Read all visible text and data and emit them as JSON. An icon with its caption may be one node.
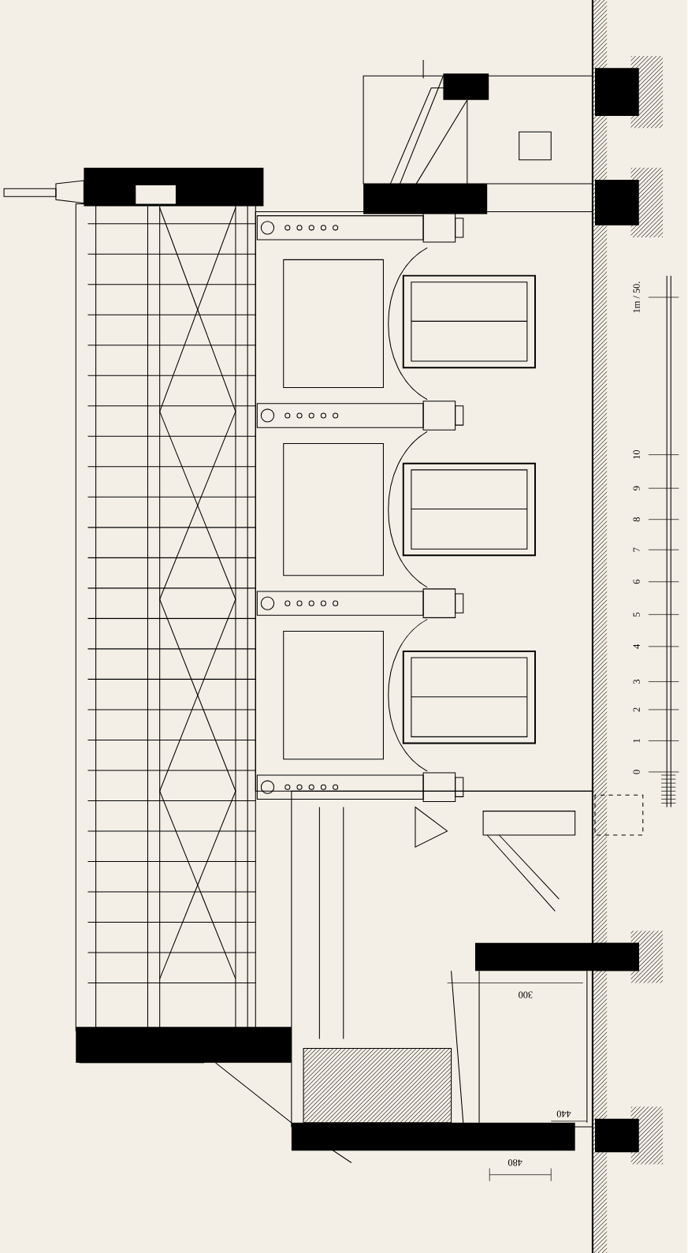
{
  "diagram": {
    "labels": [
      "1m / 50.",
      "10",
      "9",
      "8",
      "7",
      "6",
      "5",
      "4",
      "3",
      "2",
      "1",
      "0",
      "300",
      "440",
      "480"
    ]
  }
}
